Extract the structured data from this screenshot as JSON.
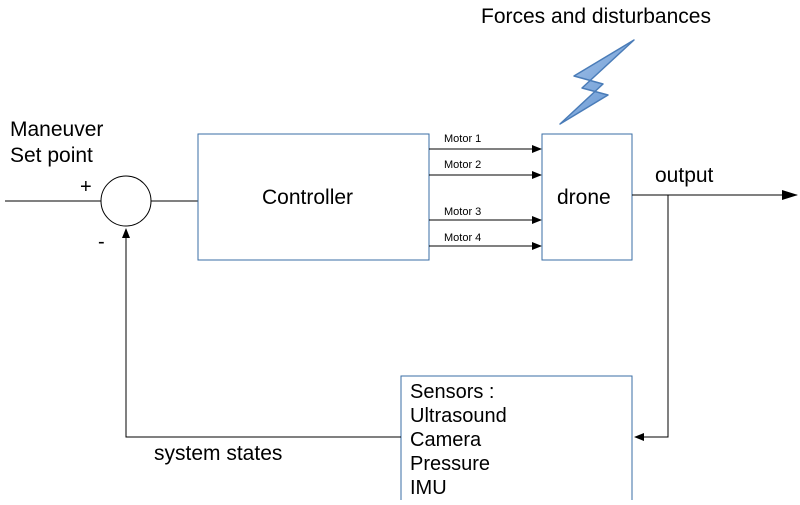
{
  "disturbance": {
    "label": "Forces and disturbances"
  },
  "input": {
    "line1": "Maneuver",
    "line2": "Set point"
  },
  "summing_junction": {
    "plus": "+",
    "minus": "-"
  },
  "controller": {
    "label": "Controller"
  },
  "motors": [
    "Motor 1",
    "Motor 2",
    "Motor 3",
    "Motor 4"
  ],
  "plant": {
    "label": "drone"
  },
  "output": {
    "label": "output"
  },
  "sensors": {
    "lines": [
      "Sensors :",
      "Ultrasound",
      "Camera",
      "Pressure",
      "IMU"
    ]
  },
  "feedback": {
    "label": "system states"
  },
  "colors": {
    "block_border": "#3a6ea5",
    "line": "#000000",
    "bolt_fill": "#7ba7d8",
    "bolt_stroke": "#4a7cb8"
  }
}
